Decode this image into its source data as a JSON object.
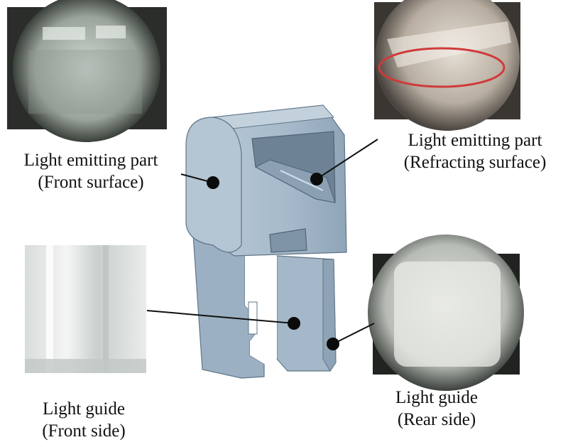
{
  "labels": {
    "front_surface": {
      "line1": "Light emitting part",
      "line2": "(Front surface)"
    },
    "refracting_surface": {
      "line1": "Light emitting part",
      "line2": "(Refracting surface)"
    },
    "guide_front": {
      "line1": "Light guide",
      "line2": "(Front side)"
    },
    "guide_rear": {
      "line1": "Light guide",
      "line2": "(Rear side)"
    }
  },
  "colors": {
    "part_body": "#a9bccb",
    "part_shadow": "#8ea4b6",
    "part_edge": "#5f7688",
    "callout_line": "#111111",
    "marker_dot": "#0b0b0b",
    "ellipse_highlight": "#d03a3a"
  }
}
